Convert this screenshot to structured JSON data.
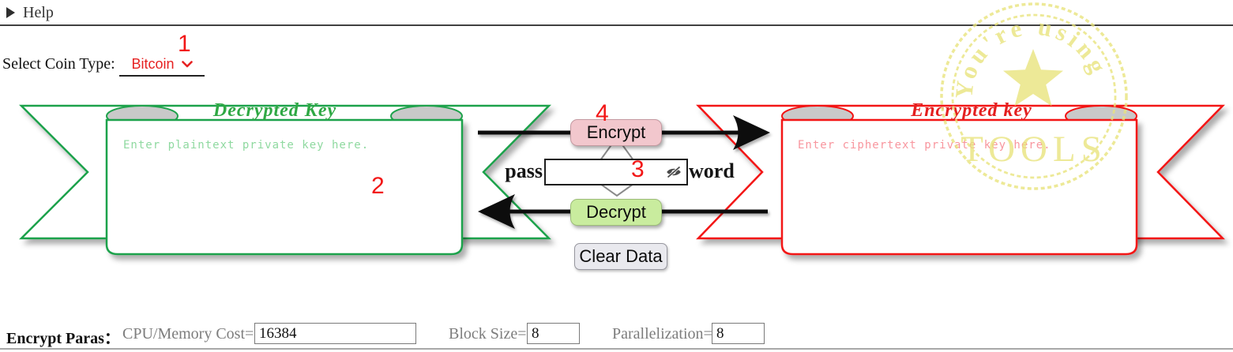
{
  "header": {
    "help_label": "Help"
  },
  "coin": {
    "label": "Select Coin Type:",
    "value": "Bitcoin"
  },
  "annotations": {
    "n1": "1",
    "n2": "2",
    "n3": "3",
    "n4": "4"
  },
  "decrypted": {
    "title": "Decrypted Key",
    "placeholder": "Enter plaintext private key here.",
    "value": ""
  },
  "encrypted": {
    "title": "Encrypted key",
    "placeholder": "Enter ciphertext private key here.",
    "value": ""
  },
  "buttons": {
    "encrypt": "Encrypt",
    "decrypt": "Decrypt",
    "clear": "Clear Data"
  },
  "password": {
    "prefix": "pass",
    "suffix": "word",
    "value": ""
  },
  "watermark": {
    "arc_text": "You're using",
    "center_text": "TOOLS"
  },
  "params": {
    "label": "Encrypt Paras：",
    "fields": [
      {
        "label": "CPU/Memory Cost=",
        "value": "16384"
      },
      {
        "label": "Block Size=",
        "value": "8"
      },
      {
        "label": "Parallelization=",
        "value": "8"
      }
    ]
  },
  "colors": {
    "green": "#1fa24c",
    "red": "#f31212",
    "watermark_yellow": "#e8e37b",
    "annotation_red": "#f21616",
    "encrypt_bg": "#f2c7cd",
    "decrypt_bg": "#c9ec9e",
    "clear_bg": "#e9e9ee",
    "arrow_black": "#111111"
  }
}
